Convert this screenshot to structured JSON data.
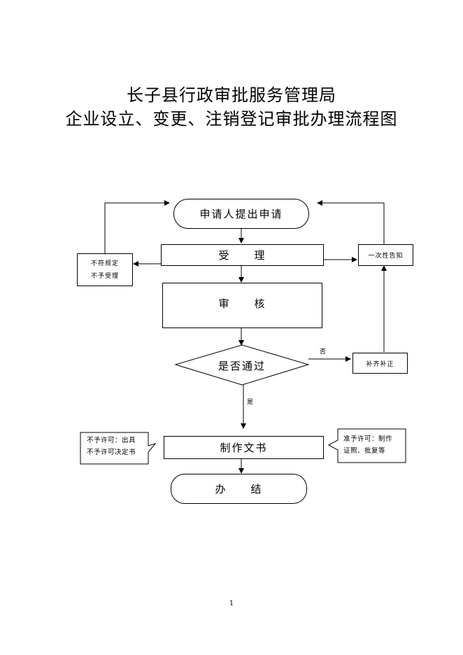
{
  "title": {
    "line1": "长子县行政审批服务管理局",
    "line2": "企业设立、变更、注销登记审批办理流程图"
  },
  "flow": {
    "start": "申请人提出申请",
    "accept": "受　　理",
    "review": "审　　核",
    "decision": "是否通过",
    "make_doc": "制作文书",
    "finish": "办　　结",
    "reject_note": [
      "不符规定",
      "不予受理"
    ],
    "notify_once": "一次性告知",
    "supplement": "补齐补正",
    "label_no": "否",
    "label_yes": "是",
    "deny_note": [
      "不予许可：出具",
      "不予许可决定书"
    ],
    "grant_note": [
      "准予许可：制作",
      "证照、批复等"
    ]
  },
  "page_number": "1"
}
